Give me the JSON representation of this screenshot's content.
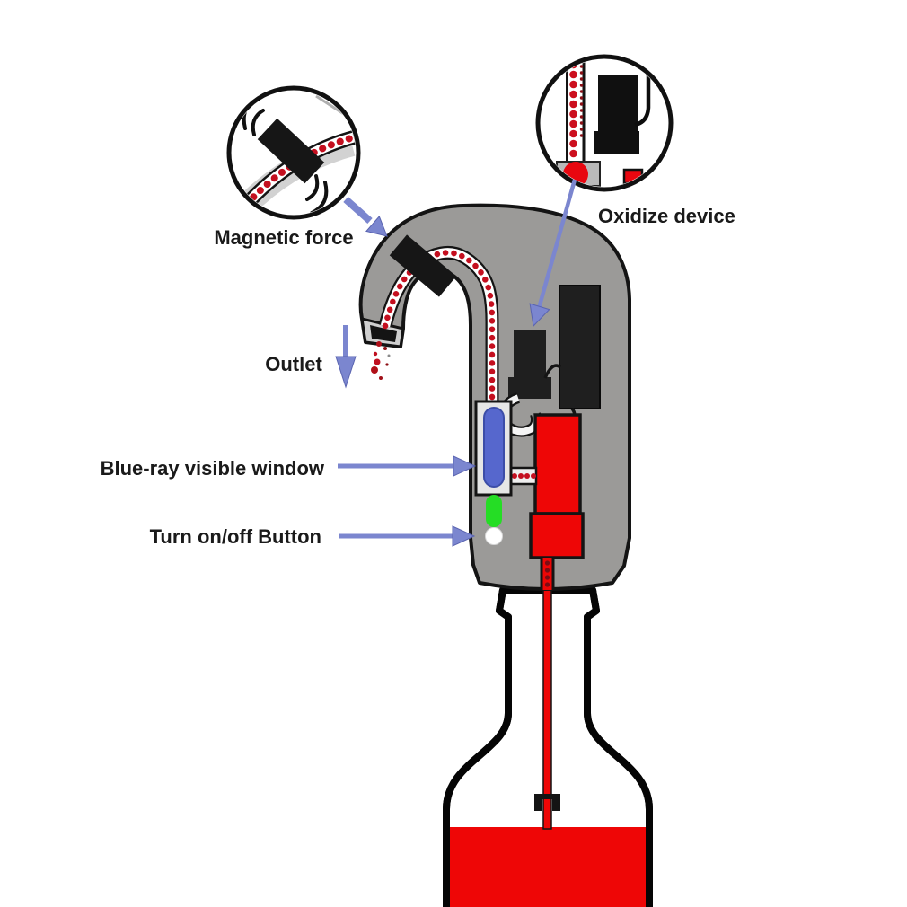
{
  "image": {
    "title": "Electric wine aerator and dispenser annotated cutaway diagram",
    "type": "product-annotation-diagram"
  },
  "annotations": {
    "magnetic_force": {
      "label": "Magnetic force"
    },
    "oxidize_device": {
      "label": "Oxidize device"
    },
    "outlet": {
      "label": "Outlet"
    },
    "blue_ray_window": {
      "label": "Blue-ray visible window"
    },
    "power_button": {
      "label": "Turn on/off Button"
    }
  },
  "colors": {
    "background": "#ffffff",
    "device_gray": "#9b9a98",
    "outline": "#141414",
    "component_black": "#1f1f1f",
    "wine_red": "#ee0606",
    "tube_dot_red": "#c40f1f",
    "arrow_blue": "#7b86cf",
    "arrow_blue_edge": "#5a64b0",
    "window_blue": "#5667cd",
    "led_green": "#25dd25",
    "button_white": "#ffffff",
    "text": "#1a1a1a"
  }
}
